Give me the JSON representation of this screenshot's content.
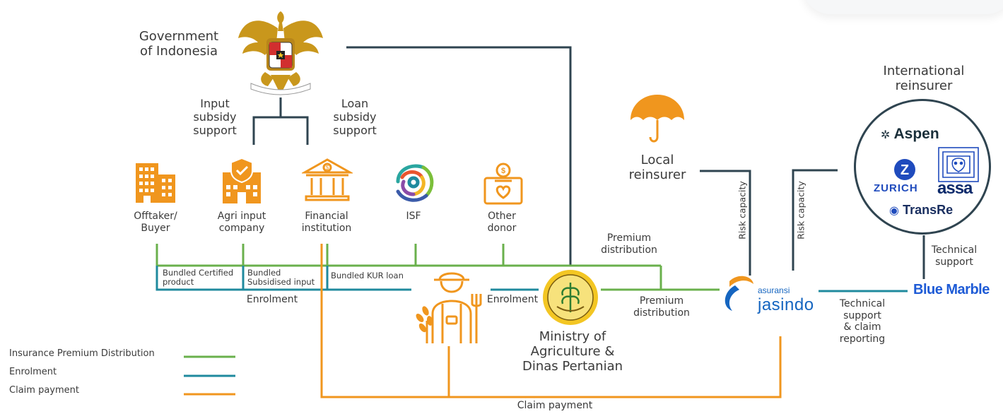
{
  "labels": {
    "government": "Government\nof Indonesia",
    "input_subsidy": "Input\nsubsidy\nsupport",
    "loan_subsidy": "Loan\nsubsidy\nsupport",
    "offtaker": "Offtaker/\nBuyer",
    "agri_input": "Agri input\ncompany",
    "financial": "Financial\ninstitution",
    "isf": "ISF",
    "other_donor": "Other\ndonor",
    "local_reinsurer": "Local\nreinsurer",
    "intl_reinsurer": "International\nreinsurer",
    "premium_distribution_top": "Premium\ndistribution",
    "premium_distribution_mid": "Premium\ndistribution",
    "risk_capacity_1": "Risk capacity",
    "risk_capacity_2": "Risk capacity",
    "technical_support": "Technical\nsupport",
    "technical_support_claim": "Technical\nsupport\n& claim\nreporting",
    "bundled_certified": "Bundled Certified\nproduct",
    "bundled_subsidised": "Bundled\nSubsidised input",
    "bundled_kur": "Bundled KUR loan",
    "enrolment_left": "Enrolment",
    "enrolment_farmer": "Enrolment",
    "ministry": "Ministry of\nAgriculture &\nDinas Pertanian",
    "claim_payment_bottom": "Claim payment"
  },
  "logos": {
    "aspen": "Aspen",
    "zurich": "ZURICH",
    "assa": "assa",
    "transre": "TransRe",
    "blue_marble": "Blue Marble",
    "jasindo_small": "asuransi",
    "jasindo_big": "jasindo"
  },
  "legend": [
    {
      "label": "Insurance Premium Distribution",
      "color": "#6ab04c"
    },
    {
      "label": "Enrolment",
      "color": "#1f8a9e"
    },
    {
      "label": "Claim payment",
      "color": "#f0961e"
    }
  ],
  "colors": {
    "green": "#6ab04c",
    "teal": "#1f8a9e",
    "orange": "#f0961e",
    "dark": "#2f4450",
    "gold": "#c9971c"
  }
}
